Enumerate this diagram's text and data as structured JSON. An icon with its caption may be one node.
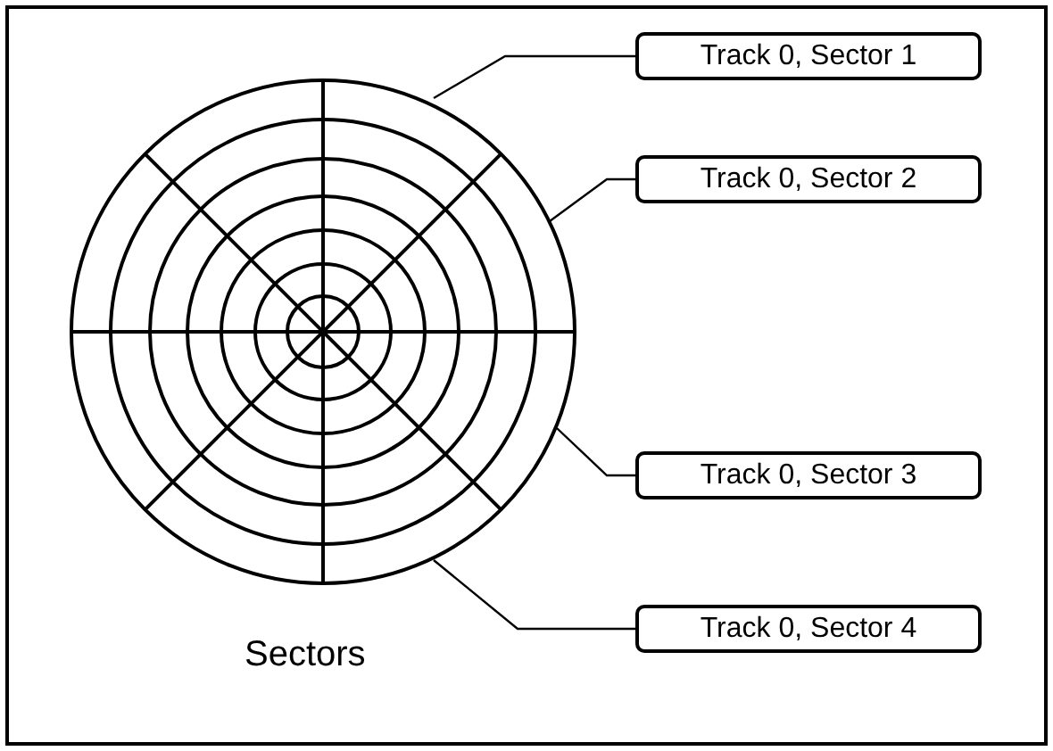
{
  "diagram": {
    "nodes": [
      {
        "text": [
          "Track 0, Sector 1"
        ]
      },
      {
        "text": [
          "Track 0, Sector 2"
        ]
      },
      {
        "text": [
          "Track 0, Sector 3"
        ]
      },
      {
        "text": [
          "Track 0, Sector 4"
        ]
      }
    ],
    "edges": [
      {
        "from": 0,
        "to": null,
        "arrow": "none"
      },
      {
        "from": 1,
        "to": null,
        "arrow": "none"
      },
      {
        "from": 2,
        "to": null,
        "arrow": "none"
      },
      {
        "from": 3,
        "to": null,
        "arrow": "none"
      }
    ],
    "labels": [
      "Sectors"
    ]
  }
}
